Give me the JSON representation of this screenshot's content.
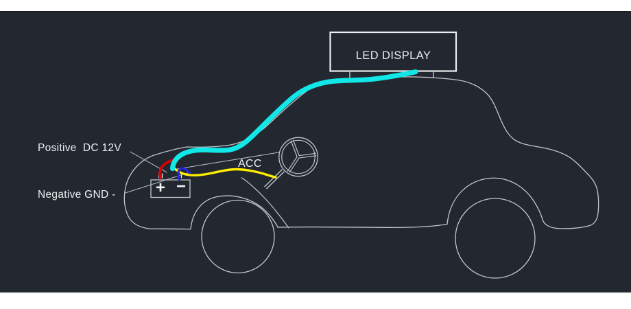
{
  "scene": {
    "led_display": {
      "label": "LED DISPLAY"
    },
    "battery": {
      "plus_symbol": "+",
      "minus_symbol": "−"
    },
    "labels": {
      "positive": "Positive  DC 12V",
      "negative": "Negative GND -",
      "acc": "ACC"
    },
    "colors": {
      "page_background": "#ffffff",
      "panel_background": "#232830",
      "car_outline": "#c2c8cf",
      "led_box_outline": "#eceef0",
      "battery_outline": "#b9bfc7",
      "terminal_post": "#e8eaec",
      "battery_symbol": "#f4f4f4",
      "leader_line": "#b9bfc6",
      "power_wire_cyan": "#12e7e7",
      "acc_wire_yellow": "#ffee00",
      "positive_wire_red": "#e00000",
      "ground_wire_blue": "#2325dd",
      "label_text": "#edeff1"
    }
  }
}
